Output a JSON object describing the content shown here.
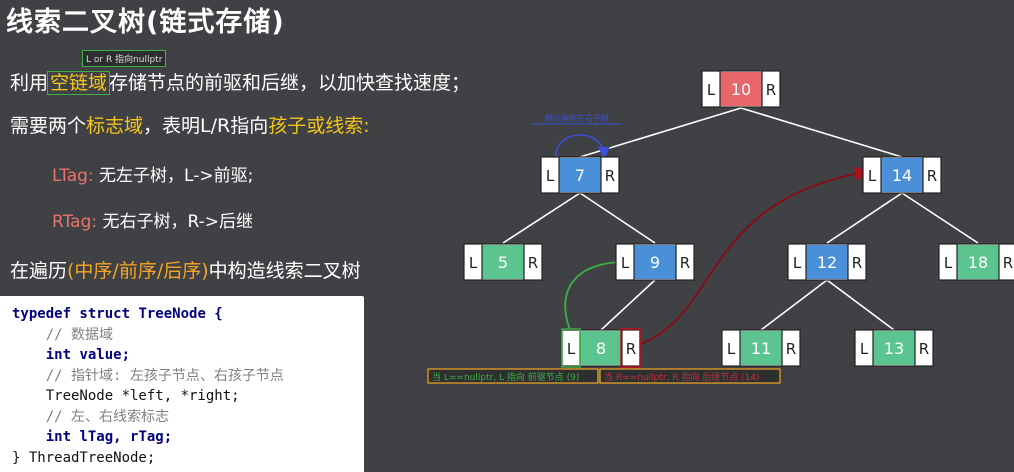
{
  "title": "线索二叉树(链式存储)",
  "nullptr_label": "L or R 指向nullptr",
  "intro": {
    "line1_prefix": "利用",
    "line1_highlight": "空链域",
    "line1_suffix": "存储节点的前驱和后继，以加快查找速度；",
    "line2_prefix": "需要两个",
    "line2_highlight": "标志域",
    "line2_middle": "，表明L/R指向",
    "line2_highlight2": "孩子或线索",
    "line2_suffix": ":",
    "ltag_label": "LTag:",
    "ltag_text": "无左子树，L->前驱;",
    "rtag_label": "RTag:",
    "rtag_text": "无右子树，R->后继",
    "line5_prefix": "在遍历",
    "line5_highlight": "(中序/前序/后序)",
    "line5_suffix": "中构造线索二叉树"
  },
  "code": {
    "l1_kw": "typedef struct",
    "l1_name": " TreeNode {",
    "l2": "    // 数据域",
    "l3_kw": "    int",
    "l3_name": " value;",
    "l4": "    // 指针域: 左孩子节点、右孩子节点",
    "l5": "    TreeNode *left, *right;",
    "l6": "    // 左、右线索标志",
    "l7_kw": "    int",
    "l7_name": " lTag, rTag;",
    "l8": "} ThreadTreeNode;"
  },
  "tree": {
    "left_tag": "L",
    "right_tag": "R",
    "nodes": [
      {
        "id": "n10",
        "value": "10",
        "color": "#e8676b"
      },
      {
        "id": "n7",
        "value": "7",
        "color": "#4a90d9"
      },
      {
        "id": "n14",
        "value": "14",
        "color": "#4a90d9"
      },
      {
        "id": "n5",
        "value": "5",
        "color": "#5cc58f"
      },
      {
        "id": "n9",
        "value": "9",
        "color": "#4a90d9"
      },
      {
        "id": "n12",
        "value": "12",
        "color": "#4a90d9"
      },
      {
        "id": "n18",
        "value": "18",
        "color": "#5cc58f"
      },
      {
        "id": "n8",
        "value": "8",
        "color": "#5cc58f"
      },
      {
        "id": "n11",
        "value": "11",
        "color": "#5cc58f"
      },
      {
        "id": "n13",
        "value": "13",
        "color": "#5cc58f"
      }
    ],
    "annotation_top": "默认指向左右子树",
    "annotation_left": "当 L==nullptr, L 指向 前驱节点 (9)",
    "annotation_right": "当 R==nullptr, R 指向 后继节点 (14)"
  },
  "colors": {
    "background": "#3f4144",
    "blue_node": "#4a90d9",
    "green_node": "#5cc58f",
    "red_node": "#e8676b",
    "thread_green": "#3cb043",
    "thread_red": "#8b0a14",
    "annotation_orange": "#f5a623"
  }
}
